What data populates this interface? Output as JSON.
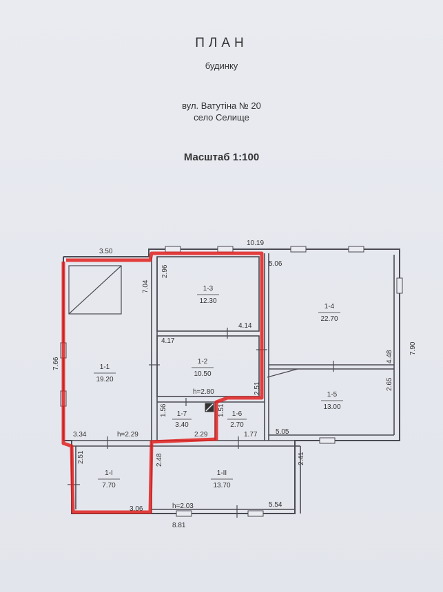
{
  "header": {
    "title": "ПЛАН",
    "subtitle": "будинку",
    "address_line1": "вул. Ватутіна № 20",
    "address_line2": "село Селище",
    "scale": "Масштаб 1:100"
  },
  "rooms": {
    "r1_1": {
      "id": "1-1",
      "area": "19.20"
    },
    "r1_2": {
      "id": "1-2",
      "area": "10.50"
    },
    "r1_3": {
      "id": "1-3",
      "area": "12.30"
    },
    "r1_4": {
      "id": "1-4",
      "area": "22.70"
    },
    "r1_5": {
      "id": "1-5",
      "area": "13.00"
    },
    "r1_6": {
      "id": "1-6",
      "area": "2.70"
    },
    "r1_7": {
      "id": "1-7",
      "area": "3.40"
    },
    "r1_I": {
      "id": "1-I",
      "area": "7.70"
    },
    "r1_II": {
      "id": "1-II",
      "area": "13.70"
    }
  },
  "dims": {
    "top_left": "3.50",
    "top_total": "10.19",
    "right_total": "7.90",
    "left_total": "7.66",
    "d7_04": "7.04",
    "d2_96": "2.96",
    "d5_06": "5.06",
    "d4_14": "4.14",
    "d4_17": "4.17",
    "d4_48": "4.48",
    "d2_65": "2.65",
    "d2_51a": "2.51",
    "h2_80": "h=2.80",
    "d1_56": "1.56",
    "d1_51": "1.51",
    "d3_34": "3.34",
    "h2_29": "h=2.29",
    "d2_29": "2.29",
    "d1_77": "1.77",
    "d5_05": "5.05",
    "d2_51b": "2.51",
    "d2_48": "2.48",
    "d2_41": "2.41",
    "d3_06": "3.06",
    "h2_03": "h=2.03",
    "d5_54": "5.54",
    "d8_81": "8.81"
  },
  "colors": {
    "wall": "#4a4a52",
    "highlight": "#e0201e",
    "paper": "#e6e8ee"
  }
}
